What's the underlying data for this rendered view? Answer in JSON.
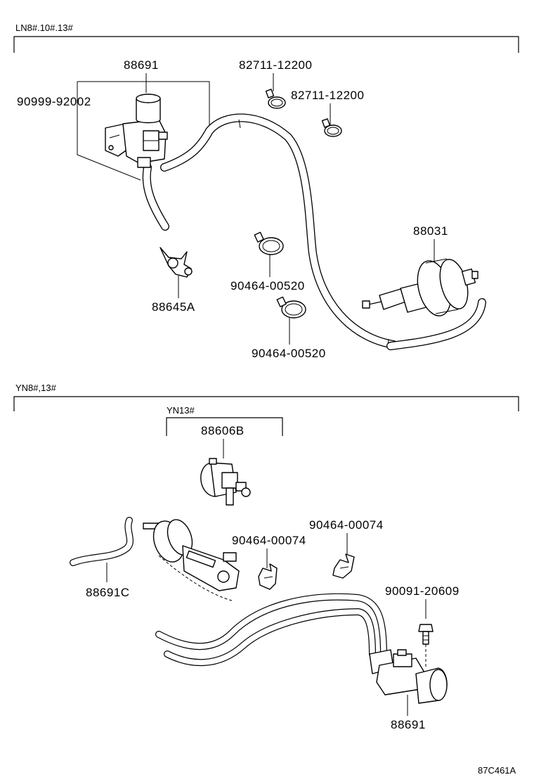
{
  "sections": {
    "upper": {
      "code": "LN8#.10#.13#"
    },
    "lower": {
      "code": "YN8#,13#",
      "subcode": "YN13#"
    }
  },
  "parts": {
    "vsv_upper": "88691",
    "vsv_bracket_bolt": "90999-92002",
    "hose_clip_a": "82711-12200",
    "hose_clip_b": "82711-12200",
    "vacuum_actuator": "88031",
    "clip_a": "90464-00520",
    "clip_b": "90464-00520",
    "connector_upper": "88645A",
    "actuator_lower": "88606B",
    "clamp_a": "90464-00074",
    "clamp_b": "90464-00074",
    "hose_lower": "88691C",
    "bolt_lower": "90091-20609",
    "vsv_lower": "88691"
  },
  "figure_code": "87C461A"
}
